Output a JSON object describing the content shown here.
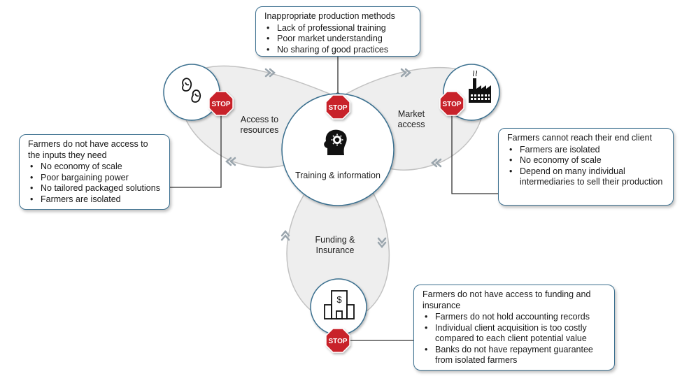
{
  "center": {
    "label": "Training & information"
  },
  "left": {
    "label_line1": "Access to",
    "label_line2": "resources"
  },
  "right": {
    "label_line1": "Market",
    "label_line2": "access"
  },
  "bottom": {
    "label_line1": "Funding &",
    "label_line2": "Insurance"
  },
  "stop_text": "STOP",
  "icons": {
    "left": "beans-icon",
    "right": "factory-icon",
    "center": "head-gear-icon",
    "bottom": "bank-building-icon"
  },
  "colors": {
    "stop_red": "#c8232c",
    "box_border": "#3b6f8f",
    "lobe_fill": "#eeeeee",
    "chevron": "#9aa5ad"
  },
  "boxes": {
    "top": {
      "title": "Inappropriate production methods",
      "items": [
        "Lack of professional training",
        "Poor market understanding",
        "No sharing of good practices"
      ]
    },
    "left": {
      "title": "Farmers do not have access to the inputs they need",
      "items": [
        "No economy of scale",
        "Poor bargaining power",
        "No tailored packaged solutions",
        "Farmers are isolated"
      ]
    },
    "right": {
      "title": "Farmers cannot reach their end client",
      "items": [
        "Farmers are isolated",
        "No economy of scale",
        "Depend on many individual intermediaries to sell their production"
      ]
    },
    "bottom": {
      "title": "Farmers do not have access to funding and insurance",
      "items": [
        "Farmers do not hold accounting records",
        "Individual client acquisition is too costly compared to each client potential value",
        "Banks do not have repayment guarantee from isolated farmers"
      ]
    }
  }
}
